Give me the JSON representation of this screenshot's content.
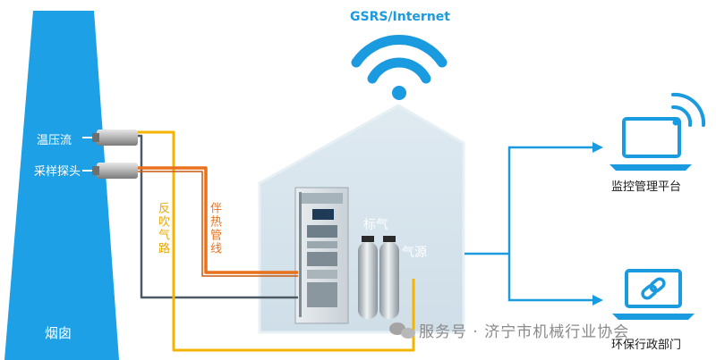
{
  "network_label": "GSRS/Internet",
  "chimney": {
    "port_labels": [
      "温压流",
      "采样探头"
    ],
    "base_label": "烟囱"
  },
  "pipes": {
    "backflush_label": "反吹气路",
    "heated_line_label": "伴热管线"
  },
  "station": {
    "std_gas_label": "标气",
    "gas_source_label": "气源"
  },
  "destinations": [
    {
      "label": "监控管理平台",
      "icon": "laptop-wifi-icon"
    },
    {
      "label": "环保行政部门",
      "icon": "laptop-link-icon"
    }
  ],
  "watermark": "服务号 · 济宁市机械行业协会",
  "colors": {
    "sky": "#1a9be0",
    "chimney_blue": "#1ea0e6",
    "house": "#d6e6ef",
    "pipe_yellow": "#f4b400",
    "pipe_orange": "#e9711c",
    "pipe_gray": "#4d5a66",
    "net_blue": "#1a9be0"
  }
}
